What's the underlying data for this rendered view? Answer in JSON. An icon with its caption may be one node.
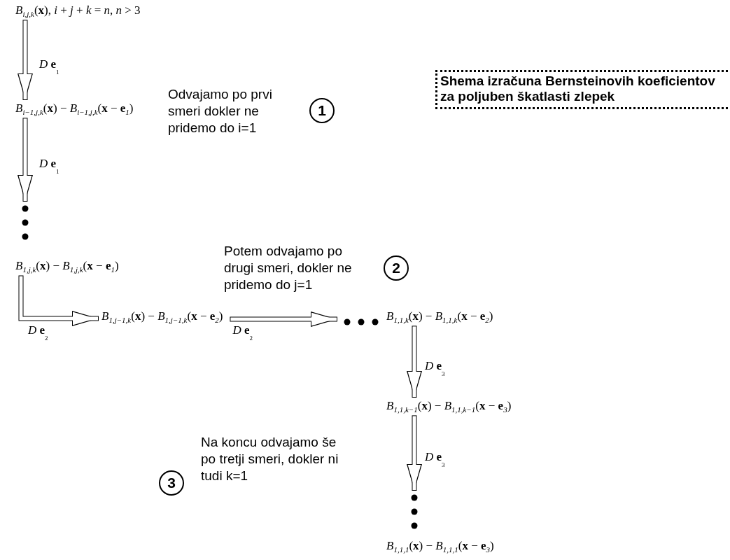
{
  "diagram": {
    "title": "Shema izračuna Bernsteinovih koeficientov za poljuben škatlasti zlepek",
    "nodes": [
      {
        "text": [
          "*B*$_{i,j,k}$(**x**),   *i* + *j* + *k* = *n*,  *n* > 3"
        ]
      },
      {
        "text": [
          "*B*$_{i−1,j,k}$(**x**) − *B*$_{i−1,j,k}$(**x** − **e**$_{1}$)"
        ]
      },
      {
        "text": [],
        "shape": "dots"
      },
      {
        "text": [
          "*B*$_{1,j,k}$(**x**) − *B*$_{1,j,k}$(**x** − **e**$_{1}$)"
        ]
      },
      {
        "text": [
          "*B*$_{1,j−1,k}$(**x**) − *B*$_{1,j−1,k}$(**x** − **e**$_{2}$)"
        ]
      },
      {
        "text": [],
        "shape": "dots"
      },
      {
        "text": [
          "*B*$_{1,1,k}$(**x**) − *B*$_{1,1,k}$(**x** − **e**$_{2}$)"
        ]
      },
      {
        "text": [
          "*B*$_{1,1,k−1}$(**x**) − *B*$_{1,1,k−1}$(**x** − **e**$_{3}$)"
        ]
      },
      {
        "text": [],
        "shape": "dots"
      },
      {
        "text": [
          "*B*$_{1,1,1}$(**x**) − *B*$_{1,1,1}$(**x** − **e**$_{3}$)"
        ]
      },
      {
        "text": [
          "1"
        ],
        "beside": [
          "Odvajamo po prvi smeri dokler ne pridemo do i=1"
        ]
      },
      {
        "text": [
          "2"
        ],
        "beside": [
          "Potem odvajamo po drugi smeri, dokler ne pridemo do j=1"
        ]
      },
      {
        "text": [
          "3"
        ],
        "beside": [
          "Na koncu odvajamo še po tretji smeri, dokler ni tudi k=1"
        ]
      }
    ],
    "edges": [
      {
        "from": 0,
        "to": 1,
        "arrow": "to",
        "label": "*D* **e**$_{1}$"
      },
      {
        "from": 1,
        "to": 2,
        "arrow": "to",
        "label": "*D* **e**$_{1}$"
      },
      {
        "from": 3,
        "to": 4,
        "arrow": "to",
        "label": "*D* **e**$_{2}$"
      },
      {
        "from": 4,
        "to": 5,
        "arrow": "to",
        "label": "*D* **e**$_{2}$"
      },
      {
        "from": 6,
        "to": 7,
        "arrow": "to",
        "label": "*D* **e**$_{3}$"
      },
      {
        "from": 7,
        "to": 8,
        "arrow": "to",
        "label": "*D* **e**$_{3}$"
      }
    ]
  }
}
